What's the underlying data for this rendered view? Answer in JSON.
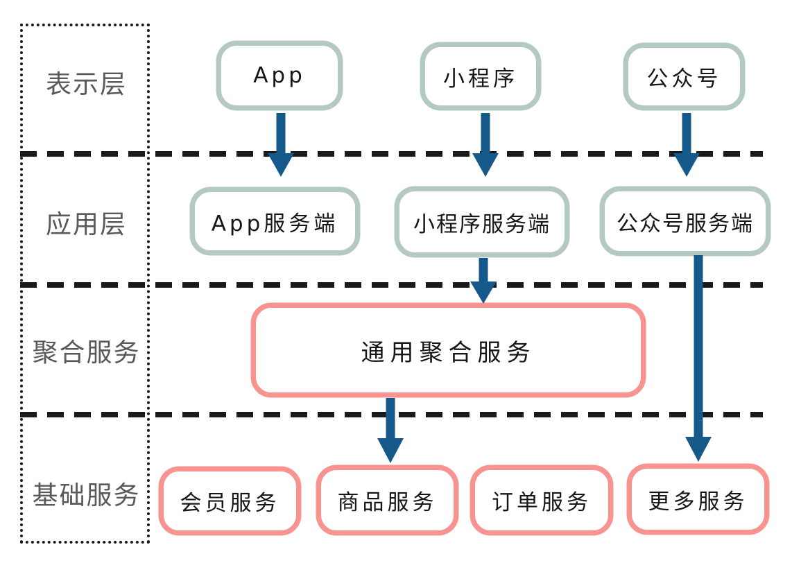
{
  "diagram": {
    "title_none": "",
    "layers": [
      {
        "label": "表示层"
      },
      {
        "label": "应用层"
      },
      {
        "label": "聚合服务"
      },
      {
        "label": "基础服务"
      }
    ],
    "nodes": {
      "app": {
        "label": "App"
      },
      "miniprogram": {
        "label": "小程序"
      },
      "official_account": {
        "label": "公众号"
      },
      "app_server": {
        "label": "App服务端"
      },
      "miniprogram_server": {
        "label": "小程序服务端"
      },
      "official_account_server": {
        "label": "公众号服务端"
      },
      "general_aggregation_service": {
        "label": "通用聚合服务"
      },
      "member_service": {
        "label": "会员服务"
      },
      "product_service": {
        "label": "商品服务"
      },
      "order_service": {
        "label": "订单服务"
      },
      "more_services": {
        "label": "更多服务"
      }
    },
    "edges": [
      {
        "from": "app",
        "to": "app_server"
      },
      {
        "from": "miniprogram",
        "to": "miniprogram_server"
      },
      {
        "from": "official_account",
        "to": "official_account_server"
      },
      {
        "from": "miniprogram_server",
        "to": "general_aggregation_service"
      },
      {
        "from": "general_aggregation_service",
        "to": "product_service"
      },
      {
        "from": "official_account_server",
        "to": "more_services"
      }
    ],
    "colors": {
      "client_box_border": "#b4c9c2",
      "service_box_border": "#f79490",
      "arrow": "#15598b",
      "layer_label": "#595959",
      "divider": "#1a1a1a",
      "box_text": "#161616"
    }
  }
}
